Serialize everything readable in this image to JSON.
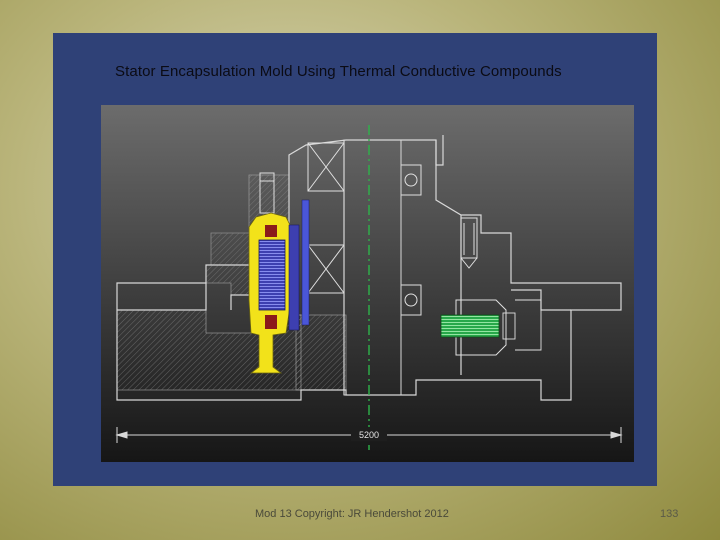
{
  "slide": {
    "title": "Stator Encapsulation Mold Using Thermal Conductive Compounds",
    "dimension_label": "5200"
  },
  "footer": {
    "copyright": "Mod 13 Copyright: JR Hendershot 2012",
    "page_number": "133"
  },
  "colors": {
    "panel": "#2f4177",
    "drawing_bg_top": "#6a6a6a",
    "drawing_bg_bottom": "#1a1a1a",
    "line": "#d8d8d8",
    "mold": "#f2e21a",
    "winding": "#3d3fb0",
    "magnet": "#8a1a1a",
    "centerline": "#2eb34a",
    "gear": "#28a84a"
  }
}
